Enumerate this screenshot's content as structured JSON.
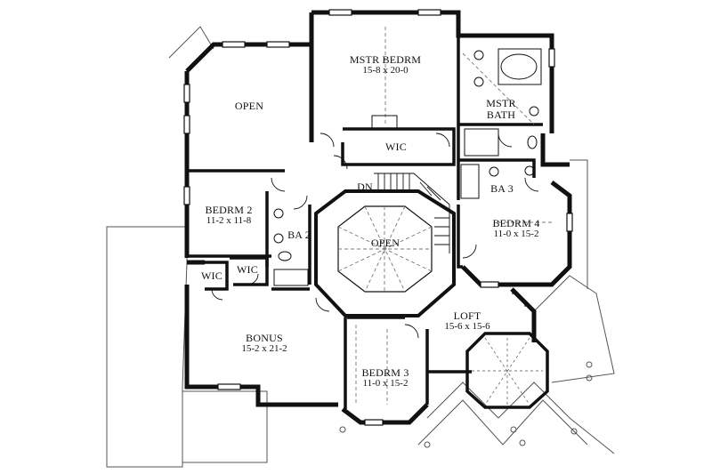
{
  "rooms": {
    "master_bedroom": {
      "name": "MSTR BEDRM",
      "dims": "15-8 x 20-0"
    },
    "open_upper": {
      "name": "OPEN"
    },
    "master_bath": {
      "name_line1": "MSTR",
      "name_line2": "BATH"
    },
    "wic_master": {
      "name": "WIC"
    },
    "bedroom_2": {
      "name": "BEDRM 2",
      "dims": "11-2 x 11-8"
    },
    "ba_2": {
      "name": "BA 2"
    },
    "open_center": {
      "name": "OPEN"
    },
    "dn": {
      "name": "DN"
    },
    "ba_3": {
      "name": "BA 3"
    },
    "bedroom_4": {
      "name": "BEDRM 4",
      "dims": "11-0 x 15-2"
    },
    "wic_left": {
      "name": "WIC"
    },
    "wic_right": {
      "name": "WIC"
    },
    "loft": {
      "name": "LOFT",
      "dims": "15-6 x 15-6"
    },
    "bonus": {
      "name": "BONUS",
      "dims": "15-2 x 21-2"
    },
    "bedroom_3": {
      "name": "BEDRM 3",
      "dims": "11-0 x 15-2"
    }
  },
  "colors": {
    "wall": "#111111",
    "roof": "#555555",
    "dash": "#777777"
  }
}
